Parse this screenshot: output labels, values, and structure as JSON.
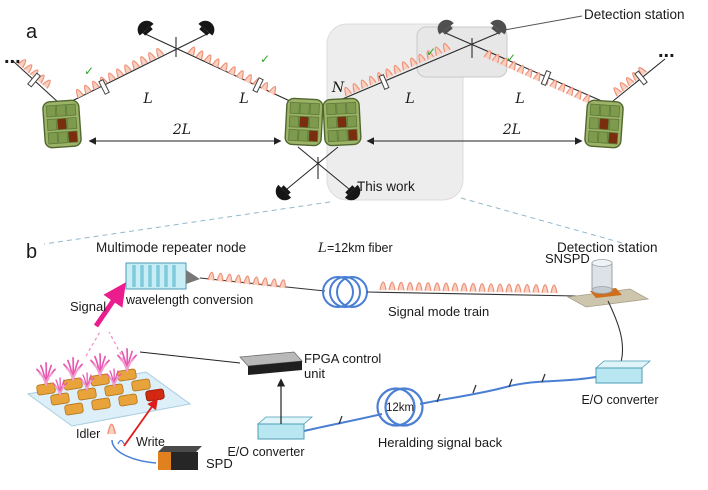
{
  "panel_a": {
    "label": "a",
    "ellipsis": "...",
    "detection_station": "Detection station",
    "check": "✓",
    "distance_l": "L",
    "distance_2l": "2L",
    "mode_count": "N",
    "this_work": "This work"
  },
  "panel_b": {
    "label": "b",
    "repeater_title": "Multimode repeater node",
    "detection_title": "Detection station",
    "fiber_label_math": "L",
    "fiber_label_rest": "=12km fiber",
    "wavelength_conversion": "wavelength conversion",
    "signal": "Signal",
    "snspd": "SNSPD",
    "signal_mode_train": "Signal mode train",
    "fpga_line1": "FPGA control",
    "fpga_line2": "unit",
    "eo_converter": "E/O converter",
    "coil": "12km",
    "heralding": "Heralding signal back",
    "idler": "Idler",
    "write": "Write",
    "spd": "SPD"
  },
  "colors": {
    "pulse_salmon": "#ee8f76",
    "signal_magenta": "#ea1c8e",
    "fiber_blue": "#4a7fd4",
    "converter_cyan": "#b9e7f1",
    "memory_green": "#9cb368",
    "check_green": "#2ea52e",
    "region_gray": "#ededed"
  }
}
